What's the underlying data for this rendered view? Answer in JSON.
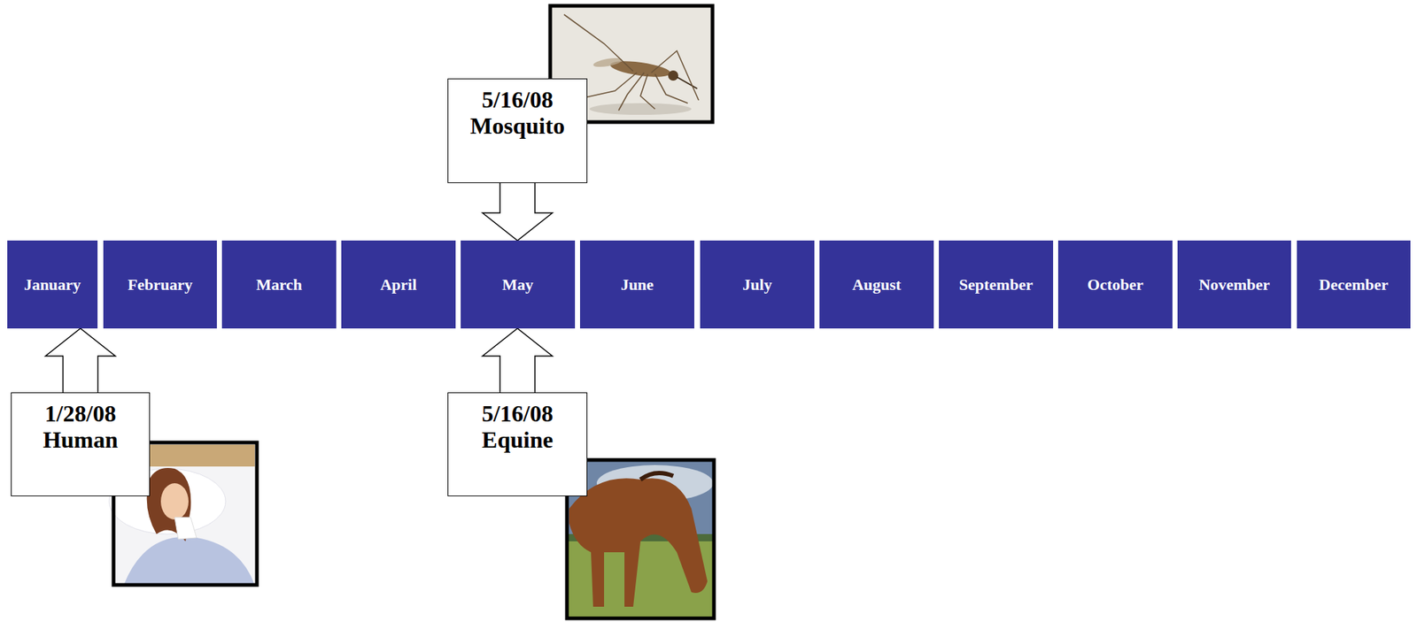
{
  "diagram": {
    "nodes": [
      {
        "text": [
          "5/16/08",
          "Mosquito"
        ]
      },
      {
        "text": [
          "January"
        ]
      },
      {
        "text": [
          "February"
        ]
      },
      {
        "text": [
          "March"
        ]
      },
      {
        "text": [
          "April"
        ]
      },
      {
        "text": [
          "May"
        ]
      },
      {
        "text": [
          "June"
        ]
      },
      {
        "text": [
          "July"
        ]
      },
      {
        "text": [
          "August"
        ]
      },
      {
        "text": [
          "September"
        ]
      },
      {
        "text": [
          "October"
        ]
      },
      {
        "text": [
          "November"
        ]
      },
      {
        "text": [
          "December"
        ]
      },
      {
        "text": [
          "1/28/08",
          "Human"
        ]
      },
      {
        "text": [
          "5/16/08",
          "Equine"
        ]
      }
    ],
    "edges": [
      {
        "from": 0,
        "to": 5,
        "arrow": "to"
      },
      {
        "from": 13,
        "to": 1,
        "arrow": "to"
      },
      {
        "from": 14,
        "to": 5,
        "arrow": "to"
      }
    ]
  }
}
